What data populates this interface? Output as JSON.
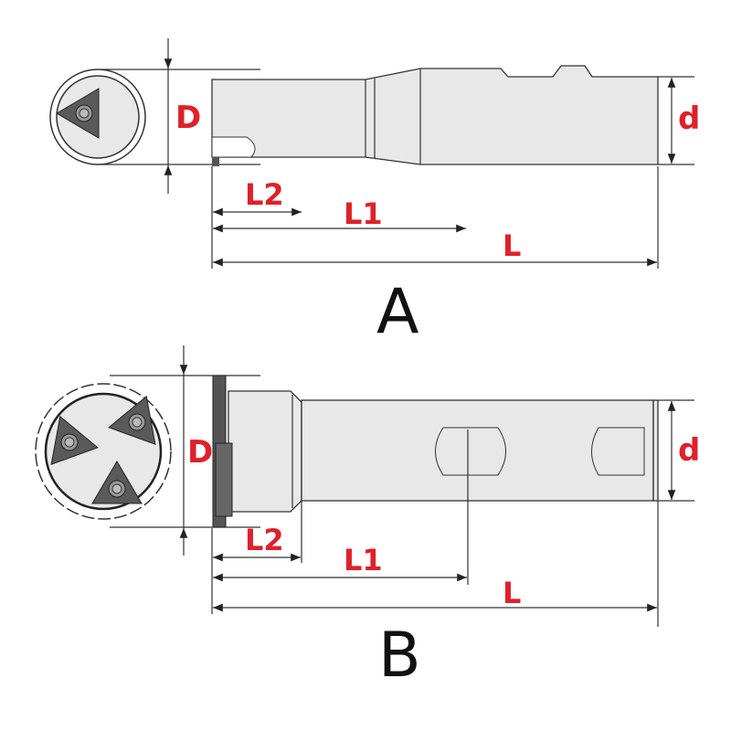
{
  "colors": {
    "label": "#e0202a",
    "body": "#e8e8e8",
    "insert": "#5a5a5a"
  },
  "view_a": {
    "title": "A",
    "dim_D": "D",
    "dim_d": "d",
    "dim_L2": "L2",
    "dim_L1": "L1",
    "dim_L": "L"
  },
  "view_b": {
    "title": "B",
    "dim_D": "D",
    "dim_d": "d",
    "dim_L2": "L2",
    "dim_L1": "L1",
    "dim_L": "L"
  }
}
